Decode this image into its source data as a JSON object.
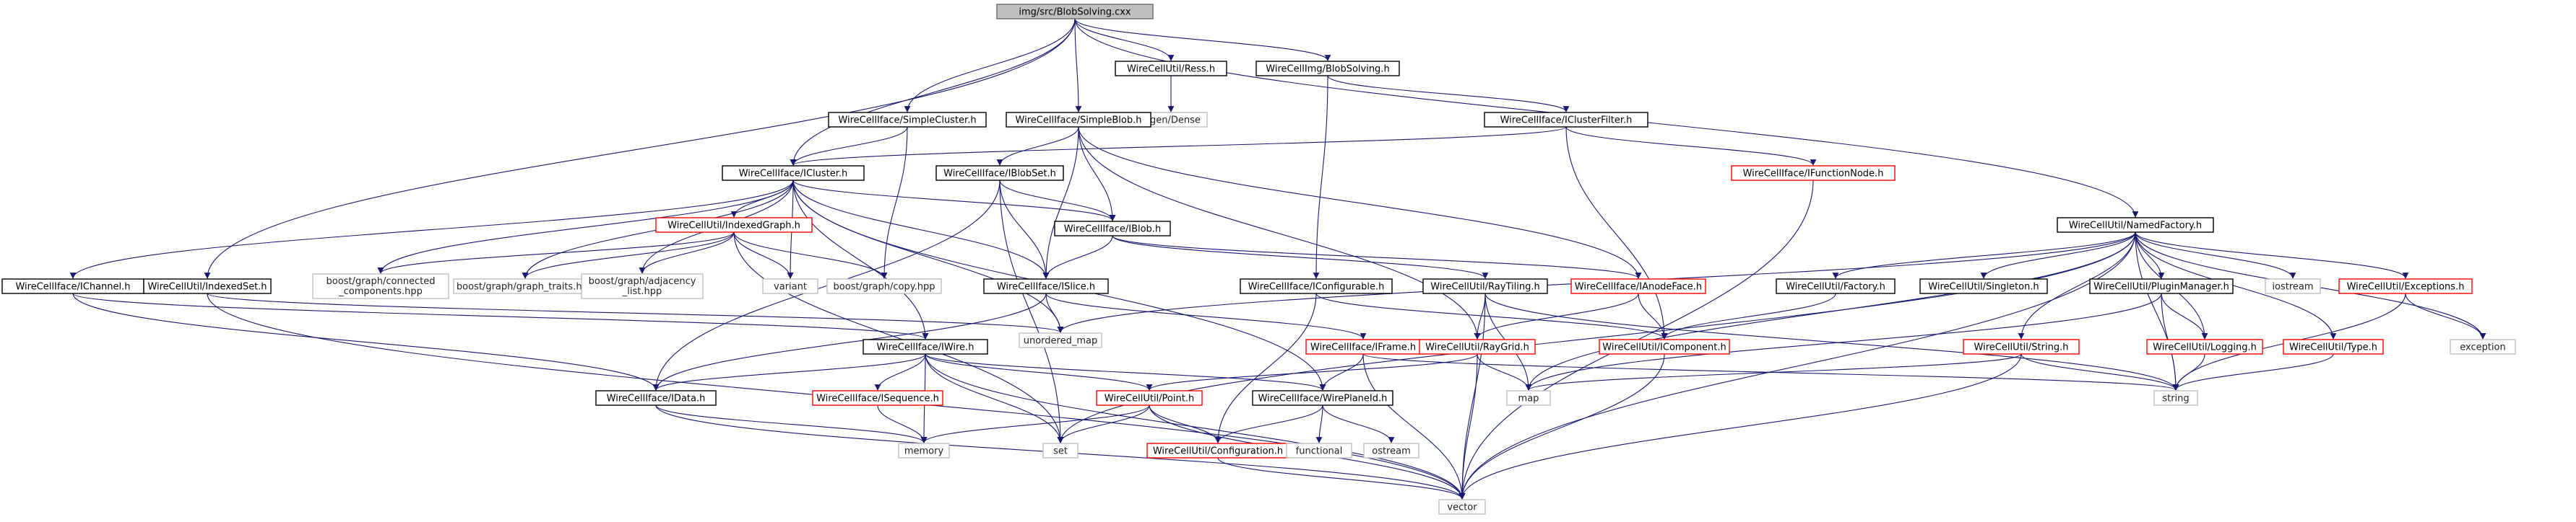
{
  "nodes": [
    {
      "id": "root",
      "label": "img/src/BlobSolving.cxx",
      "style": "root"
    },
    {
      "id": "ress",
      "label": "WireCellUtil/Ress.h",
      "style": "black"
    },
    {
      "id": "imgblob",
      "label": "WireCellImg/BlobSolving.h",
      "style": "black"
    },
    {
      "id": "eigen",
      "label": "Eigen/Dense",
      "style": "grey"
    },
    {
      "id": "simplecluster",
      "label": "WireCellIface/SimpleCluster.h",
      "style": "black"
    },
    {
      "id": "simpleblob",
      "label": "WireCellIface/SimpleBlob.h",
      "style": "black"
    },
    {
      "id": "clusterfilter",
      "label": "WireCellIface/IClusterFilter.h",
      "style": "black"
    },
    {
      "id": "icluster",
      "label": "WireCellIface/ICluster.h",
      "style": "black"
    },
    {
      "id": "iblobset",
      "label": "WireCellIface/IBlobSet.h",
      "style": "black"
    },
    {
      "id": "functionnode",
      "label": "WireCellIface/IFunctionNode.h",
      "style": "red"
    },
    {
      "id": "indexedgraph",
      "label": "WireCellUtil/IndexedGraph.h",
      "style": "red"
    },
    {
      "id": "iblob",
      "label": "WireCellIface/IBlob.h",
      "style": "black"
    },
    {
      "id": "namedfactory",
      "label": "WireCellUtil/NamedFactory.h",
      "style": "black"
    },
    {
      "id": "ichannel",
      "label": "WireCellIface/IChannel.h",
      "style": "black"
    },
    {
      "id": "indexedset",
      "label": "WireCellUtil/IndexedSet.h",
      "style": "black"
    },
    {
      "id": "connected",
      "label": "boost/graph/connected\n_components.hpp",
      "style": "grey"
    },
    {
      "id": "graphtraits",
      "label": "boost/graph/graph_traits.hpp",
      "style": "grey"
    },
    {
      "id": "adjacency",
      "label": "boost/graph/adjacency\n_list.hpp",
      "style": "grey"
    },
    {
      "id": "variant",
      "label": "variant",
      "style": "grey"
    },
    {
      "id": "copy",
      "label": "boost/graph/copy.hpp",
      "style": "grey"
    },
    {
      "id": "islice",
      "label": "WireCellIface/ISlice.h",
      "style": "black"
    },
    {
      "id": "iconfigurable",
      "label": "WireCellIface/IConfigurable.h",
      "style": "black"
    },
    {
      "id": "raytiling",
      "label": "WireCellUtil/RayTiling.h",
      "style": "black"
    },
    {
      "id": "ianodeface",
      "label": "WireCellIface/IAnodeFace.h",
      "style": "red"
    },
    {
      "id": "factory",
      "label": "WireCellUtil/Factory.h",
      "style": "black"
    },
    {
      "id": "singleton",
      "label": "WireCellUtil/Singleton.h",
      "style": "black"
    },
    {
      "id": "pluginmanager",
      "label": "WireCellUtil/PluginManager.h",
      "style": "black"
    },
    {
      "id": "iostream",
      "label": "iostream",
      "style": "grey"
    },
    {
      "id": "exceptions",
      "label": "WireCellUtil/Exceptions.h",
      "style": "red"
    },
    {
      "id": "unordered_map",
      "label": "unordered_map",
      "style": "grey"
    },
    {
      "id": "iwire",
      "label": "WireCellIface/IWire.h",
      "style": "black"
    },
    {
      "id": "iframe",
      "label": "WireCellIface/IFrame.h",
      "style": "red"
    },
    {
      "id": "raygrid",
      "label": "WireCellUtil/RayGrid.h",
      "style": "red"
    },
    {
      "id": "icomponent",
      "label": "WireCellUtil/IComponent.h",
      "style": "red"
    },
    {
      "id": "ustring",
      "label": "WireCellUtil/String.h",
      "style": "red"
    },
    {
      "id": "logging",
      "label": "WireCellUtil/Logging.h",
      "style": "red"
    },
    {
      "id": "utype",
      "label": "WireCellUtil/Type.h",
      "style": "red"
    },
    {
      "id": "exception",
      "label": "exception",
      "style": "grey"
    },
    {
      "id": "idata",
      "label": "WireCellIface/IData.h",
      "style": "black"
    },
    {
      "id": "isequence",
      "label": "WireCellIface/ISequence.h",
      "style": "red"
    },
    {
      "id": "point",
      "label": "WireCellUtil/Point.h",
      "style": "red"
    },
    {
      "id": "wireplaneid",
      "label": "WireCellIface/WirePlaneId.h",
      "style": "black"
    },
    {
      "id": "map",
      "label": "map",
      "style": "grey"
    },
    {
      "id": "string",
      "label": "string",
      "style": "grey"
    },
    {
      "id": "memory",
      "label": "memory",
      "style": "grey"
    },
    {
      "id": "set",
      "label": "set",
      "style": "grey"
    },
    {
      "id": "configuration",
      "label": "WireCellUtil/Configuration.h",
      "style": "red"
    },
    {
      "id": "functional",
      "label": "functional",
      "style": "grey"
    },
    {
      "id": "ostream",
      "label": "ostream",
      "style": "grey"
    },
    {
      "id": "vector",
      "label": "vector",
      "style": "grey"
    }
  ],
  "edges": [
    [
      "root",
      "ress"
    ],
    [
      "root",
      "imgblob"
    ],
    [
      "root",
      "simplecluster"
    ],
    [
      "root",
      "simpleblob"
    ],
    [
      "root",
      "icluster"
    ],
    [
      "root",
      "indexedset"
    ],
    [
      "root",
      "namedfactory"
    ],
    [
      "ress",
      "eigen"
    ],
    [
      "imgblob",
      "clusterfilter"
    ],
    [
      "imgblob",
      "iconfigurable"
    ],
    [
      "simplecluster",
      "icluster"
    ],
    [
      "simplecluster",
      "copy"
    ],
    [
      "simpleblob",
      "iblobset"
    ],
    [
      "simpleblob",
      "iblob"
    ],
    [
      "simpleblob",
      "islice"
    ],
    [
      "simpleblob",
      "raygrid"
    ],
    [
      "simpleblob",
      "ianodeface"
    ],
    [
      "clusterfilter",
      "icluster"
    ],
    [
      "clusterfilter",
      "functionnode"
    ],
    [
      "clusterfilter",
      "icomponent"
    ],
    [
      "functionnode",
      "vector"
    ],
    [
      "icluster",
      "ichannel"
    ],
    [
      "icluster",
      "indexedgraph"
    ],
    [
      "icluster",
      "connected"
    ],
    [
      "icluster",
      "graphtraits"
    ],
    [
      "icluster",
      "adjacency"
    ],
    [
      "icluster",
      "variant"
    ],
    [
      "icluster",
      "iblob"
    ],
    [
      "icluster",
      "islice"
    ],
    [
      "icluster",
      "iwire"
    ],
    [
      "icluster",
      "unordered_map"
    ],
    [
      "icluster",
      "wireplaneid"
    ],
    [
      "iblobset",
      "iblob"
    ],
    [
      "iblobset",
      "islice"
    ],
    [
      "iblobset",
      "idata"
    ],
    [
      "iblobset",
      "set"
    ],
    [
      "indexedgraph",
      "connected"
    ],
    [
      "indexedgraph",
      "graphtraits"
    ],
    [
      "indexedgraph",
      "adjacency"
    ],
    [
      "indexedgraph",
      "variant"
    ],
    [
      "indexedgraph",
      "copy"
    ],
    [
      "indexedgraph",
      "set"
    ],
    [
      "iblob",
      "islice"
    ],
    [
      "iblob",
      "raytiling"
    ],
    [
      "iblob",
      "ianodeface"
    ],
    [
      "namedfactory",
      "factory"
    ],
    [
      "namedfactory",
      "singleton"
    ],
    [
      "namedfactory",
      "pluginmanager"
    ],
    [
      "namedfactory",
      "iostream"
    ],
    [
      "namedfactory",
      "exceptions"
    ],
    [
      "namedfactory",
      "ustring"
    ],
    [
      "namedfactory",
      "logging"
    ],
    [
      "namedfactory",
      "utype"
    ],
    [
      "namedfactory",
      "exception"
    ],
    [
      "namedfactory",
      "map"
    ],
    [
      "namedfactory",
      "string"
    ],
    [
      "namedfactory",
      "set"
    ],
    [
      "namedfactory",
      "vector"
    ],
    [
      "namedfactory",
      "unordered_map"
    ],
    [
      "ichannel",
      "iwire"
    ],
    [
      "ichannel",
      "idata"
    ],
    [
      "indexedset",
      "unordered_map"
    ],
    [
      "indexedset",
      "vector"
    ],
    [
      "islice",
      "unordered_map"
    ],
    [
      "islice",
      "idata"
    ],
    [
      "islice",
      "iframe"
    ],
    [
      "iconfigurable",
      "icomponent"
    ],
    [
      "iconfigurable",
      "configuration"
    ],
    [
      "raytiling",
      "raygrid"
    ],
    [
      "raytiling",
      "map"
    ],
    [
      "raytiling",
      "vector"
    ],
    [
      "raytiling",
      "string"
    ],
    [
      "ianodeface",
      "raygrid"
    ],
    [
      "ianodeface",
      "icomponent"
    ],
    [
      "factory",
      "icomponent"
    ],
    [
      "pluginmanager",
      "logging"
    ],
    [
      "pluginmanager",
      "string"
    ],
    [
      "pluginmanager",
      "map"
    ],
    [
      "exceptions",
      "exception"
    ],
    [
      "exceptions",
      "string"
    ],
    [
      "iwire",
      "idata"
    ],
    [
      "iwire",
      "isequence"
    ],
    [
      "iwire",
      "point"
    ],
    [
      "iwire",
      "wireplaneid"
    ],
    [
      "iwire",
      "vector"
    ],
    [
      "iwire",
      "memory"
    ],
    [
      "iwire",
      "set"
    ],
    [
      "iframe",
      "wireplaneid"
    ],
    [
      "iframe",
      "string"
    ],
    [
      "iframe",
      "vector"
    ],
    [
      "raygrid",
      "point"
    ],
    [
      "raygrid",
      "map"
    ],
    [
      "raygrid",
      "vector"
    ],
    [
      "icomponent",
      "vector"
    ],
    [
      "ustring",
      "string"
    ],
    [
      "ustring",
      "map"
    ],
    [
      "ustring",
      "vector"
    ],
    [
      "logging",
      "string"
    ],
    [
      "utype",
      "string"
    ],
    [
      "idata",
      "memory"
    ],
    [
      "idata",
      "vector"
    ],
    [
      "isequence",
      "memory"
    ],
    [
      "point",
      "memory"
    ],
    [
      "point",
      "set"
    ],
    [
      "point",
      "vector"
    ],
    [
      "point",
      "configuration"
    ],
    [
      "wireplaneid",
      "configuration"
    ],
    [
      "wireplaneid",
      "functional"
    ],
    [
      "wireplaneid",
      "ostream"
    ],
    [
      "configuration",
      "vector"
    ]
  ]
}
